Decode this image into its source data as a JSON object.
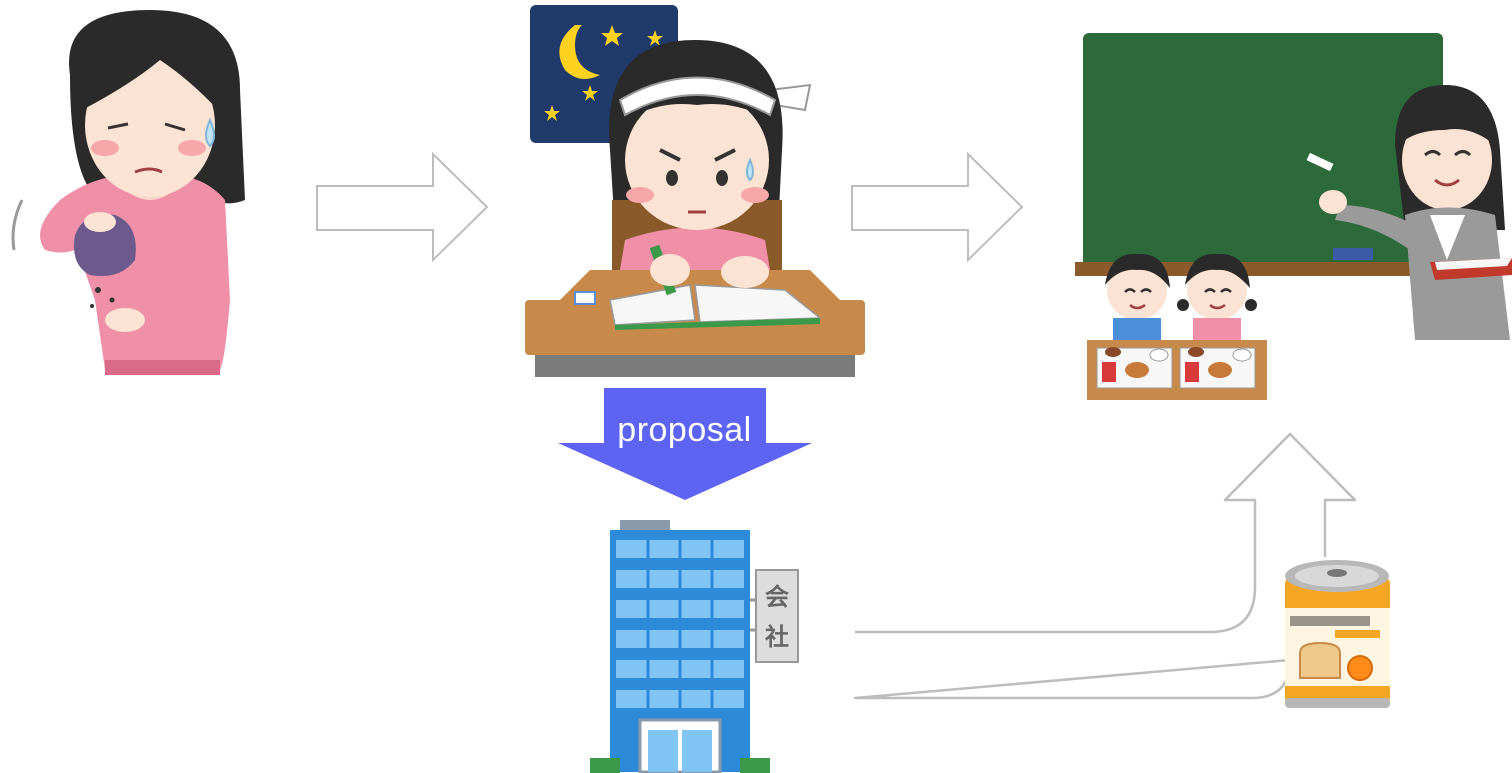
{
  "flow": {
    "proposal_label": "proposal"
  },
  "company_sign": {
    "char1": "会",
    "char2": "社"
  },
  "colors": {
    "arrow_outline": "#bdbdbd",
    "proposal_arrow": "#5d63f2",
    "pink_shirt": "#ef8fa8",
    "night_sky": "#1f3a6b",
    "chalkboard": "#2d6a3a",
    "building_blue": "#2d8ad8",
    "can_orange": "#f5a623"
  }
}
